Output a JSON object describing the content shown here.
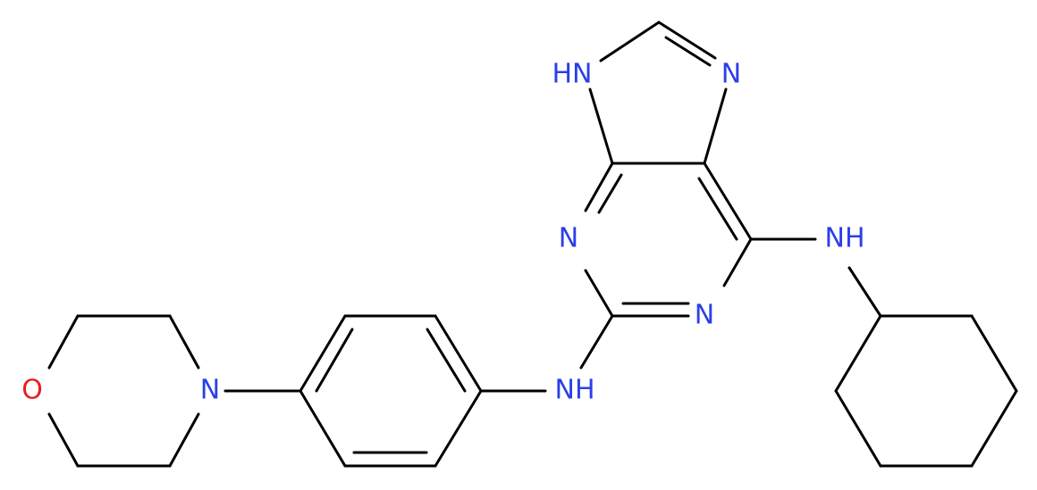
{
  "molecule": {
    "atoms": {
      "nh_purine": {
        "text": "HN",
        "color": "#2b3fe8"
      },
      "n7": {
        "text": "N",
        "color": "#2b3fe8"
      },
      "n3": {
        "text": "N",
        "color": "#2b3fe8"
      },
      "n1": {
        "text": "N",
        "color": "#2b3fe8"
      },
      "nh_cyclohexyl": {
        "text": "NH",
        "color": "#2b3fe8"
      },
      "nh_aryl": {
        "text": "NH",
        "color": "#2b3fe8"
      },
      "n_morpholine": {
        "text": "N",
        "color": "#2b3fe8"
      },
      "o_morpholine": {
        "text": "O",
        "color": "#e81e1e"
      }
    }
  }
}
